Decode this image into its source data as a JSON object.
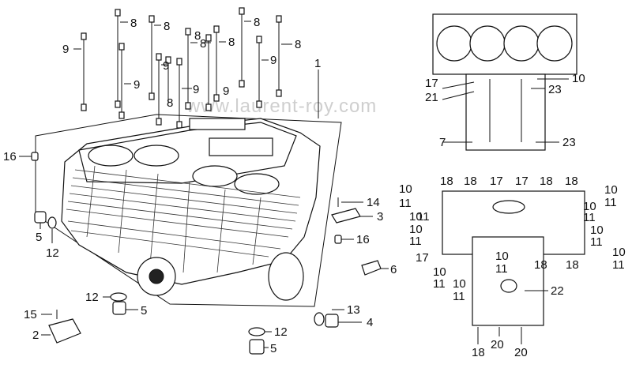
{
  "watermark": "www.laurent-roy.com",
  "labels": {
    "bolts": [
      "8",
      "8",
      "8",
      "8",
      "8",
      "8",
      "8",
      "8",
      "9",
      "9",
      "9",
      "9",
      "9",
      "9"
    ],
    "main_assembly": "1",
    "left_side": [
      "16",
      "5",
      "12",
      "12",
      "5",
      "15",
      "2"
    ],
    "right_side": [
      "14",
      "3",
      "16",
      "6",
      "13",
      "4",
      "12",
      "5"
    ],
    "upper_view": [
      "17",
      "21",
      "7",
      "10",
      "23",
      "23"
    ],
    "lower_view": {
      "top": [
        "18",
        "18",
        "17",
        "17",
        "18",
        "18"
      ],
      "left": [
        "10",
        "11",
        "10",
        "11",
        "10",
        "11",
        "17"
      ],
      "right": [
        "10",
        "11",
        "10",
        "11",
        "10",
        "11",
        "10",
        "11"
      ],
      "center": [
        "10",
        "11",
        "10",
        "11",
        "10",
        "11",
        "18",
        "18",
        "22"
      ],
      "bottom": [
        "18",
        "20",
        "20"
      ]
    }
  }
}
